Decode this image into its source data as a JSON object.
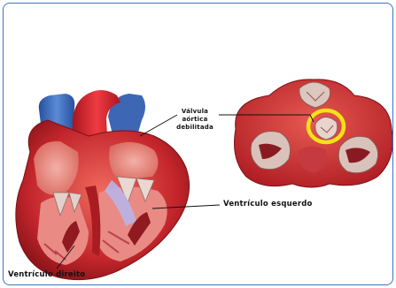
{
  "labels": {
    "valve": "Válvula aórtica debilitada",
    "left_ventricle": "Ventrículo esquerdo",
    "right_ventricle": "Ventrículo direito"
  },
  "colors": {
    "border": "#3a74c8",
    "myocardium": "#c4262c",
    "aorta": "#e0232f",
    "inner_wall": "#e98a84",
    "vena_cava": "#3c6fc0",
    "valve_tissue": "#d9c0b8",
    "highlight_ring": "#f2e21a"
  },
  "icons": [
    "heart-section-illustration",
    "valve-cross-section-illustration",
    "highlight-ring"
  ]
}
